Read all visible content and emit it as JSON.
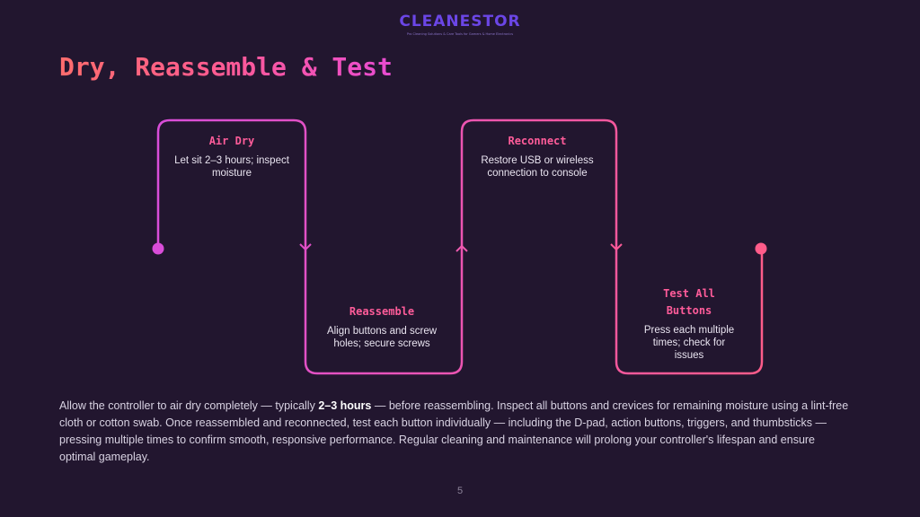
{
  "brand": {
    "name": "CLEANESTOR",
    "tagline": "Pro Cleaning Solutions & Care Tools for Gamers & Home Electronics"
  },
  "slide": {
    "title": "Dry, Reassemble & Test",
    "page_number": "5"
  },
  "steps": [
    {
      "name": "Air Dry",
      "description": "Let sit 2–3 hours; inspect moisture"
    },
    {
      "name": "Reassemble",
      "description": "Align buttons and screw holes; secure screws"
    },
    {
      "name": "Reconnect",
      "description": "Restore USB or wireless connection to console"
    },
    {
      "name": "Test All Buttons",
      "description": "Press each multiple times; check for issues"
    }
  ],
  "paragraph": {
    "before": "Allow the controller to air dry completely — typically ",
    "emphasis": "2–3 hours",
    "after": " — before reassembling. Inspect all buttons and crevices for remaining moisture using a lint-free cloth or cotton swab. Once reassembled and reconnected, test each button individually — including the D-pad, action buttons, triggers, and thumbsticks — pressing multiple times to confirm smooth, responsive performance. Regular cleaning and maintenance will prolong your controller's lifespan and ensure optimal gameplay."
  },
  "colors": {
    "background": "#22162f",
    "line_start": "#d94dd9",
    "line_end": "#ff5c8a",
    "step_title": "#ff5c9a",
    "brand": "#6b46e6"
  }
}
